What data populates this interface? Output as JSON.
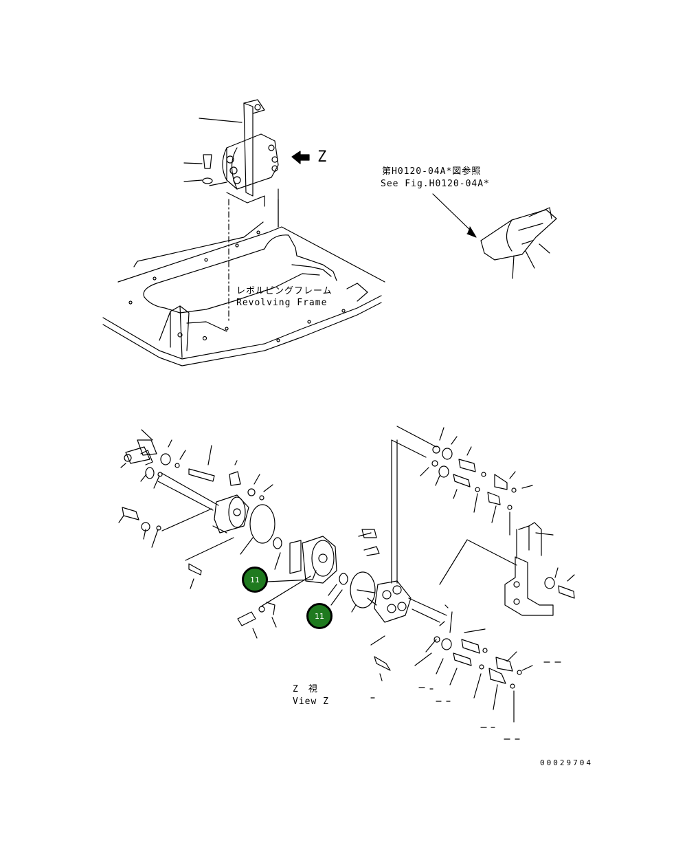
{
  "labels": {
    "view_letter": "Z",
    "ref_jp": "第H0120-04A*図参照",
    "ref_en": "See Fig.H0120-04A*",
    "frame_jp": "レボルビングフレーム",
    "frame_en": "Revolving Frame",
    "view_jp": "Z　視",
    "view_en": "View Z",
    "figure_number": "00029704"
  },
  "callouts": [
    {
      "id": "callout-11-left",
      "text": "11"
    },
    {
      "id": "callout-11-right",
      "text": "11"
    }
  ],
  "colors": {
    "callout_fill": "#1f7a1f",
    "line": "#000000",
    "background": "#ffffff"
  }
}
